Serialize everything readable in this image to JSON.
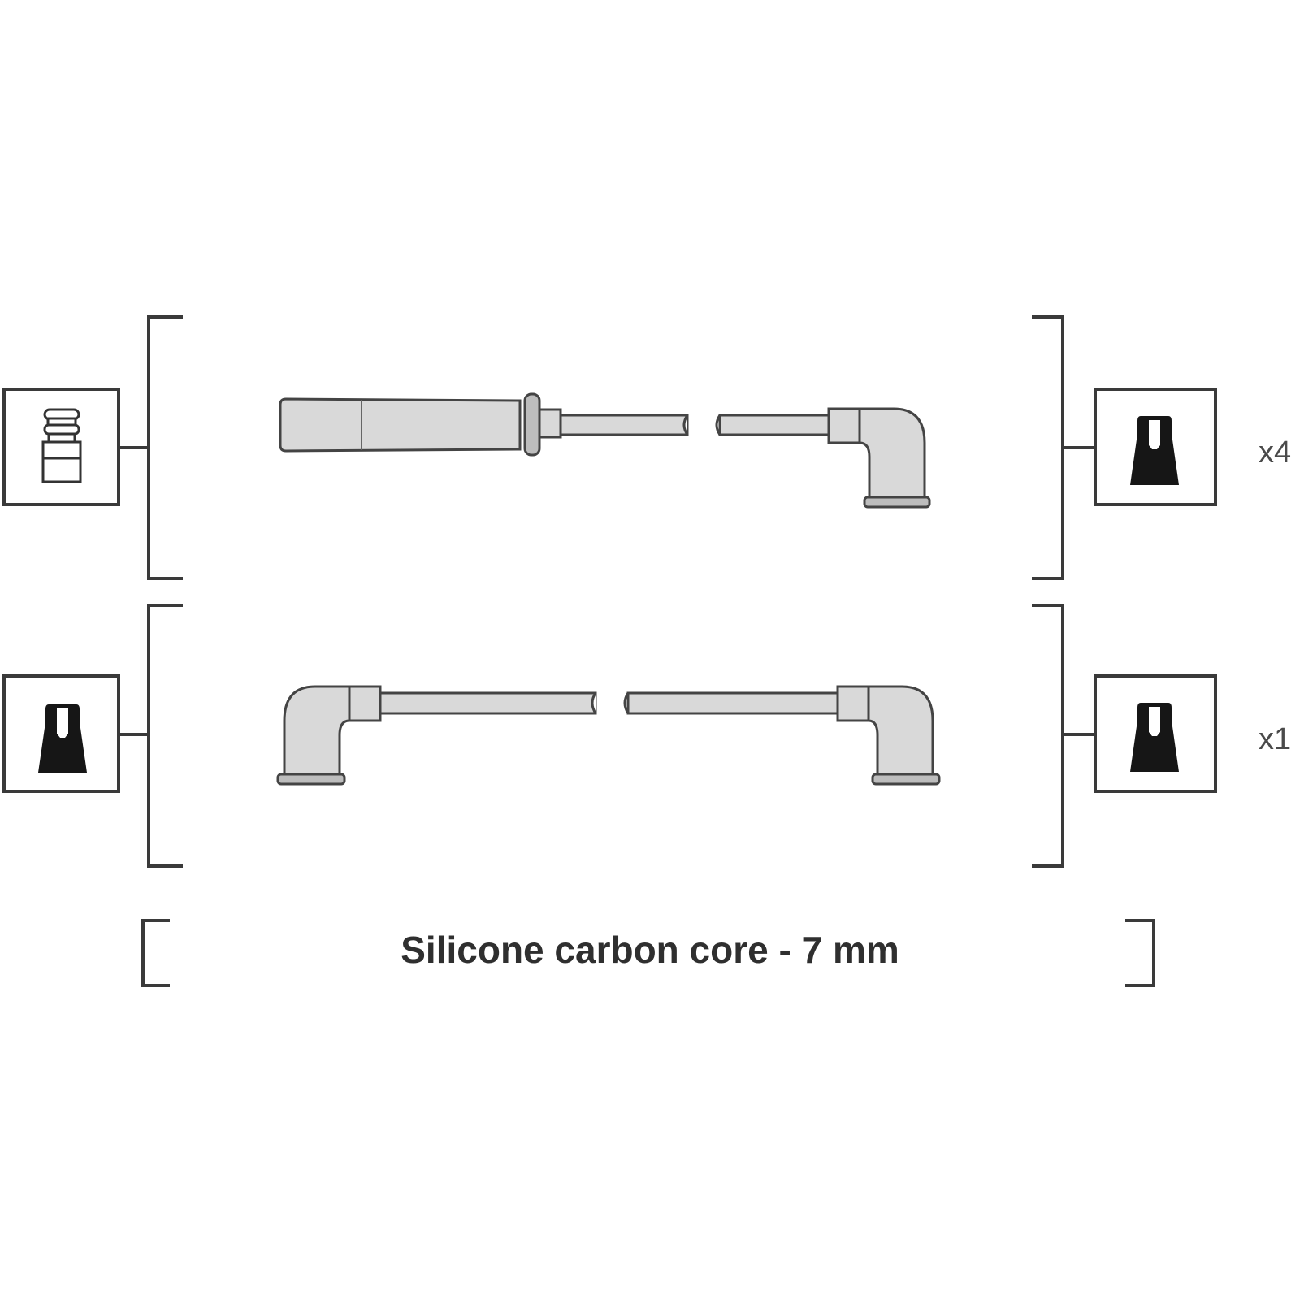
{
  "diagram": {
    "rows": [
      {
        "quantity": "x4",
        "left_terminal": "straight-connector-icon",
        "right_terminal": "spark-plug-boot-icon",
        "left_end": "straight-boot",
        "right_end": "angled-boot"
      },
      {
        "quantity": "x1",
        "left_terminal": "spark-plug-boot-icon",
        "right_terminal": "spark-plug-boot-icon",
        "left_end": "angled-boot",
        "right_end": "angled-boot"
      }
    ],
    "caption": "Silicone carbon core - 7 mm"
  },
  "colors": {
    "line": "#3a3a3a",
    "part_fill": "#d9d9d9",
    "terminal_dark": "#161616"
  }
}
